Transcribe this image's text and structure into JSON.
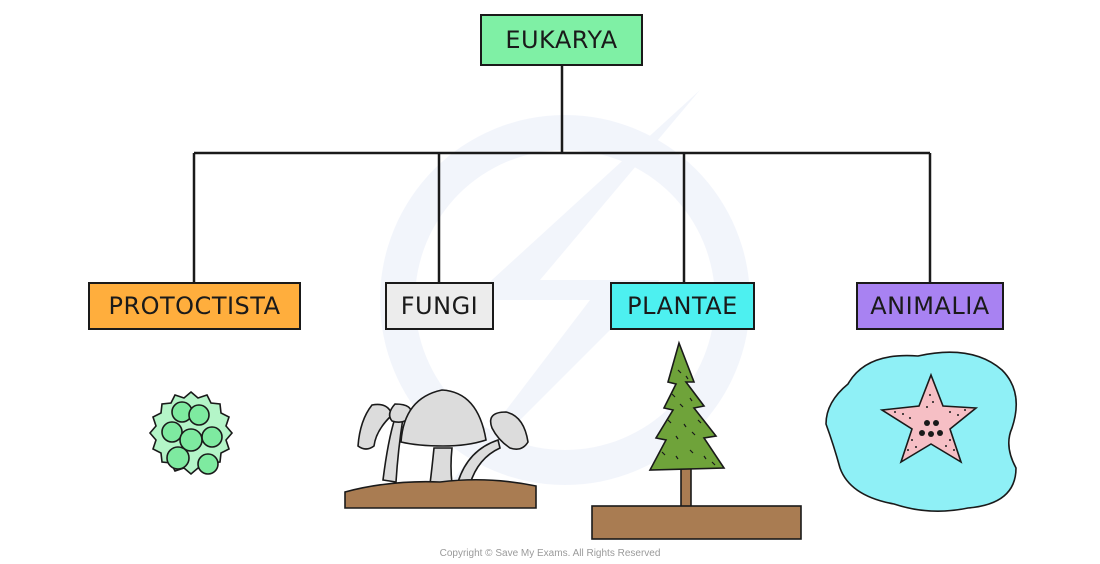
{
  "diagram": {
    "root": {
      "label": "EUKARYA",
      "color": "#7ff0a5"
    },
    "kingdoms": [
      {
        "label": "PROTOCTISTA",
        "color": "#ffae3d",
        "illustration": "protoctist-cell-cluster"
      },
      {
        "label": "FUNGI",
        "color": "#ececec",
        "illustration": "mushrooms"
      },
      {
        "label": "PLANTAE",
        "color": "#4df0f0",
        "illustration": "conifer-tree"
      },
      {
        "label": "ANIMALIA",
        "color": "#a882f2",
        "illustration": "starfish-in-water"
      }
    ]
  },
  "watermark": "save-my-exams-logo",
  "copyright": "Copyright © Save My Exams. All Rights Reserved"
}
